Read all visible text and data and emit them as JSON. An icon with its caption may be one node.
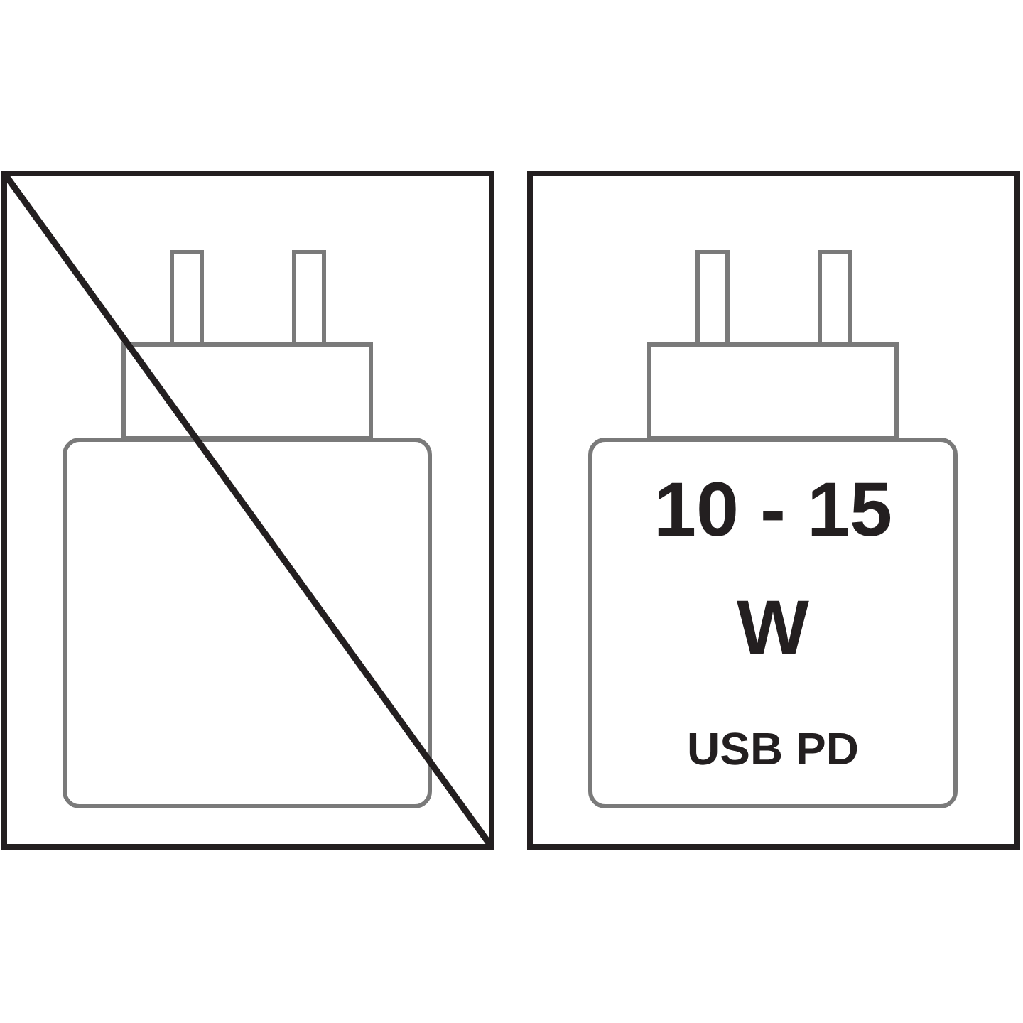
{
  "diagram": {
    "nodes": [
      {
        "text": [],
        "shape": "box"
      },
      {
        "text": [
          "10 - 15 W",
          "USB PD"
        ]
      }
    ]
  }
}
